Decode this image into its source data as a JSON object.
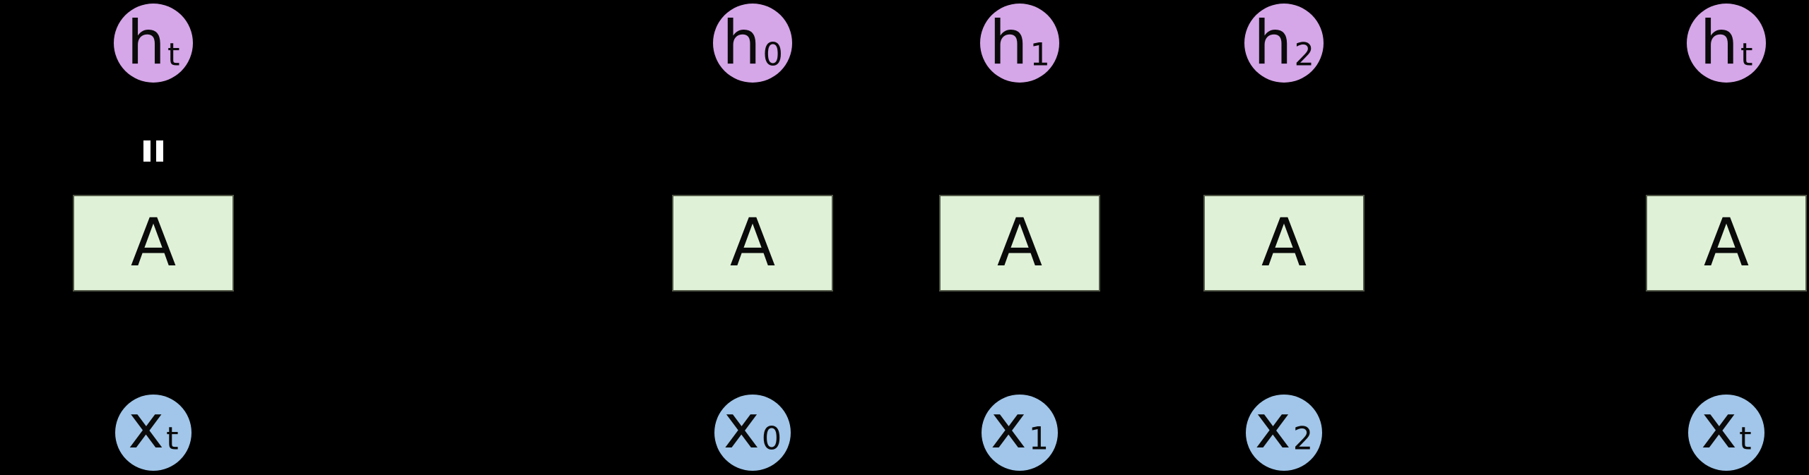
{
  "diagram": {
    "description": "Recurrent neural network (rolled form on the left, unrolled sequence on the right) on a black background; connecting arrows not visible",
    "colors": {
      "background": "#000000",
      "hidden_fill": "#d5a6e8",
      "input_fill": "#a1c6e9",
      "cell_fill": "#dff2d7",
      "cell_border": "#515847",
      "label_color": "#0a0a0a",
      "equals_color": "#ffffff"
    },
    "equals_mark": "=",
    "columns": [
      {
        "id": "rolled",
        "hidden": {
          "base": "h",
          "sub": "t"
        },
        "cell": "A",
        "input": {
          "base": "x",
          "sub": "t"
        }
      },
      {
        "id": "step-0",
        "hidden": {
          "base": "h",
          "sub": "0"
        },
        "cell": "A",
        "input": {
          "base": "x",
          "sub": "0"
        }
      },
      {
        "id": "step-1",
        "hidden": {
          "base": "h",
          "sub": "1"
        },
        "cell": "A",
        "input": {
          "base": "x",
          "sub": "1"
        }
      },
      {
        "id": "step-2",
        "hidden": {
          "base": "h",
          "sub": "2"
        },
        "cell": "A",
        "input": {
          "base": "x",
          "sub": "2"
        }
      },
      {
        "id": "step-t",
        "hidden": {
          "base": "h",
          "sub": "t"
        },
        "cell": "A",
        "input": {
          "base": "x",
          "sub": "t"
        }
      }
    ]
  }
}
